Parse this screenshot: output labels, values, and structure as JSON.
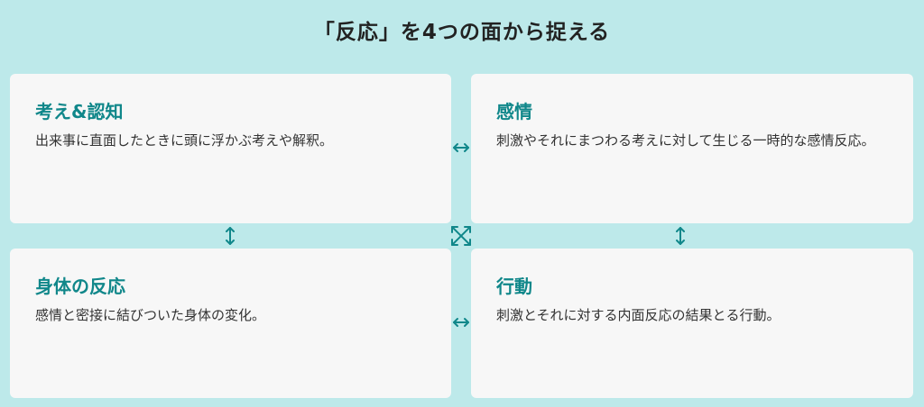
{
  "title": "「反応」を4つの面から捉える",
  "cards": [
    {
      "title": "考え&認知",
      "desc": "出来事に直面したときに頭に浮かぶ考えや解釈。"
    },
    {
      "title": "感情",
      "desc": "刺激やそれにまつわる考えに対して生じる一時的な感情反応。"
    },
    {
      "title": "身体の反応",
      "desc": "感情と密接に結びついた身体の変化。"
    },
    {
      "title": "行動",
      "desc": "刺激とそれに対する内面反応の結果とる行動。"
    }
  ],
  "colors": {
    "background": "#bde9ea",
    "accent": "#10878a",
    "card": "#f7f7f7"
  },
  "icons": {
    "horizontal": "double-arrow-horizontal-icon",
    "vertical": "double-arrow-vertical-icon",
    "diagonal": "cross-arrows-icon"
  }
}
